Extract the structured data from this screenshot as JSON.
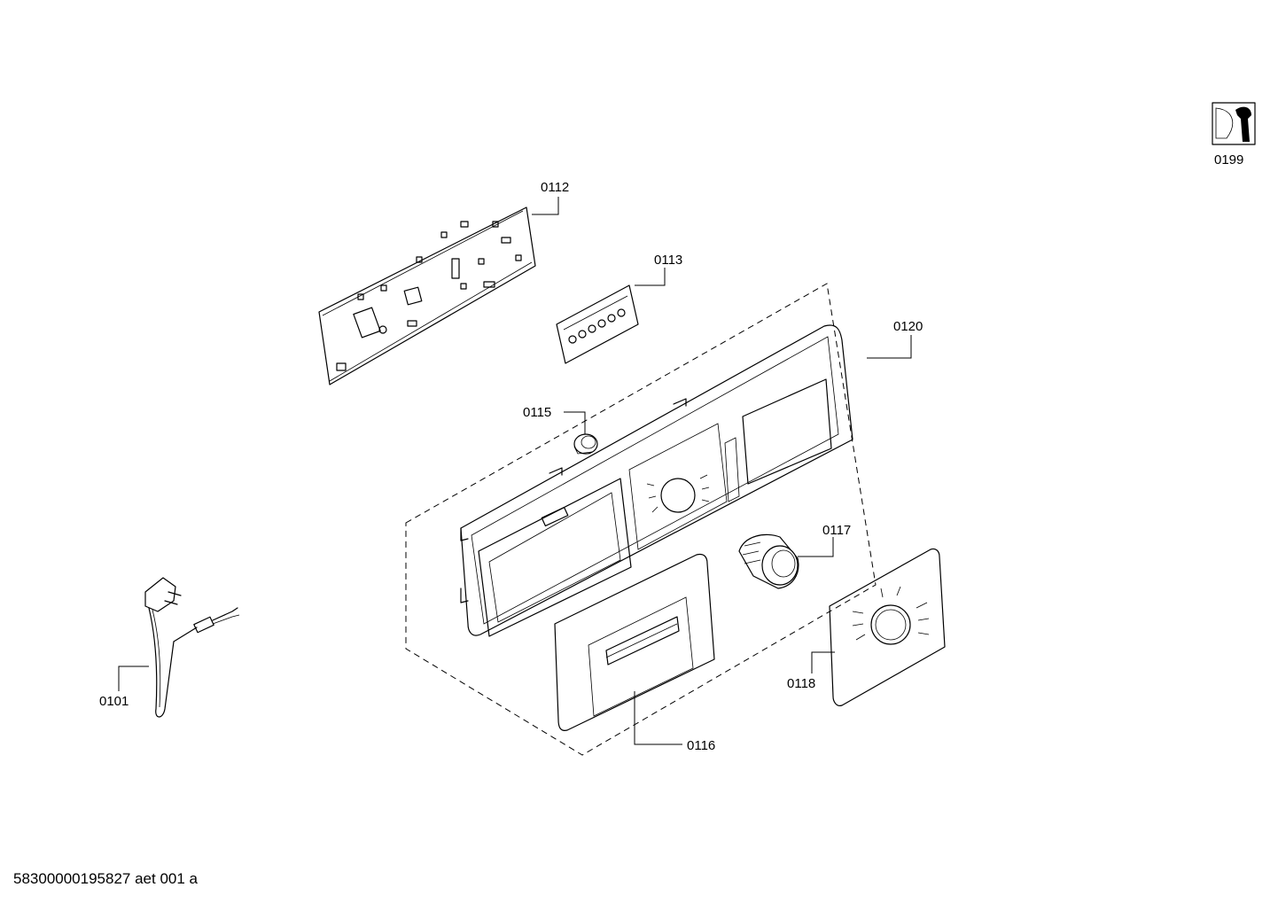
{
  "diagram": {
    "part_labels": {
      "p0101": "0101",
      "p0112": "0112",
      "p0113": "0113",
      "p0115": "0115",
      "p0116": "0116",
      "p0117": "0117",
      "p0118": "0118",
      "p0120": "0120",
      "p0199": "0199"
    },
    "footer_code": "58300000195827 aet 001 a"
  }
}
